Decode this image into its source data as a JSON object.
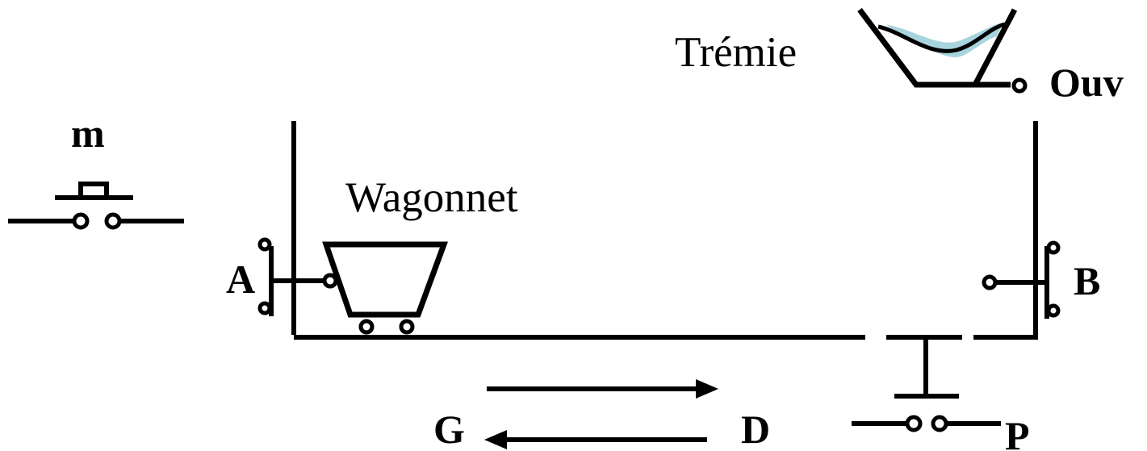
{
  "labels": {
    "hopper": "Trémie",
    "opening": "Ouv",
    "start_button": "m",
    "wagon": "Wagonnet",
    "sensor_left": "A",
    "sensor_right": "B",
    "left": "G",
    "right": "D",
    "weigh_switch": "P"
  },
  "colors": {
    "ink": "#000000",
    "hopper_fill": "#a8d4dd"
  }
}
